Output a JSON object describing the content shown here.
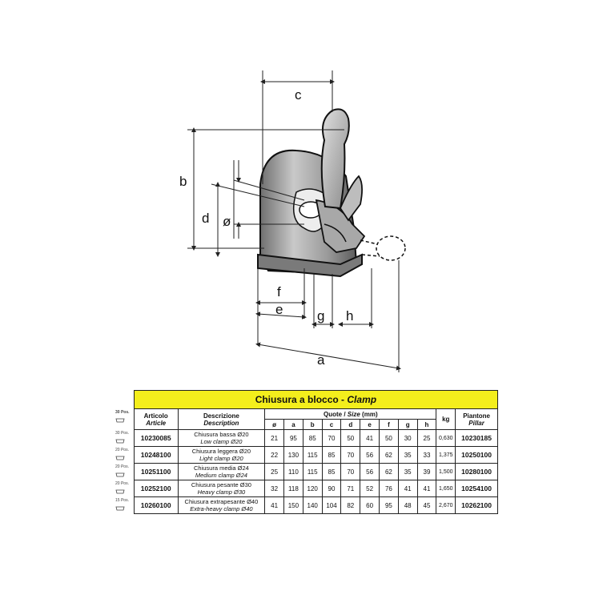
{
  "drawing": {
    "dim_labels": {
      "a": "a",
      "b": "b",
      "c": "c",
      "d": "d",
      "diam": "ø",
      "e": "e",
      "f": "f",
      "g": "g",
      "h": "h"
    }
  },
  "table": {
    "title_it": "Chiusura a blocco -",
    "title_en": "Clamp",
    "header": {
      "article_it": "Articolo",
      "article_en": "Article",
      "description_it": "Descrizione",
      "description_en": "Description",
      "quote_it": "Quote /",
      "quote_en": "Size",
      "quote_unit": "(mm)",
      "kg": "kg",
      "pillar_it": "Piantone",
      "pillar_en": "Pillar",
      "columns": [
        "ø",
        "a",
        "b",
        "c",
        "d",
        "e",
        "f",
        "g",
        "h"
      ],
      "pos_label": "30 Pos."
    },
    "rows": [
      {
        "pos": "30 Pos.",
        "article": "10230085",
        "desc_it": "Chiusura bassa Ø20",
        "desc_en": "Low clamp Ø20",
        "sizes": [
          "21",
          "95",
          "85",
          "70",
          "50",
          "41",
          "50",
          "30",
          "25"
        ],
        "kg": "0,630",
        "pillar": "10230185"
      },
      {
        "pos": "20 Pos.",
        "article": "10248100",
        "desc_it": "Chiusura leggera Ø20",
        "desc_en": "Light clamp Ø20",
        "sizes": [
          "22",
          "130",
          "115",
          "85",
          "70",
          "56",
          "62",
          "35",
          "33"
        ],
        "kg": "1,375",
        "pillar": "10250100"
      },
      {
        "pos": "20 Pos.",
        "article": "10251100",
        "desc_it": "Chiusura media Ø24",
        "desc_en": "Medium clamp Ø24",
        "sizes": [
          "25",
          "110",
          "115",
          "85",
          "70",
          "56",
          "62",
          "35",
          "39"
        ],
        "kg": "1,500",
        "pillar": "10280100"
      },
      {
        "pos": "20 Pos.",
        "article": "10252100",
        "desc_it": "Chiusura pesante Ø30",
        "desc_en": "Heavy clamp Ø30",
        "sizes": [
          "32",
          "118",
          "120",
          "90",
          "71",
          "52",
          "76",
          "41",
          "41"
        ],
        "kg": "1,650",
        "pillar": "10254100"
      },
      {
        "pos": "15 Pos.",
        "article": "10260100",
        "desc_it": "Chiusura extrapesante Ø40",
        "desc_en": "Extra-heavy clamp Ø40",
        "sizes": [
          "41",
          "150",
          "140",
          "104",
          "82",
          "60",
          "95",
          "48",
          "45"
        ],
        "kg": "2,670",
        "pillar": "10262100"
      }
    ]
  }
}
